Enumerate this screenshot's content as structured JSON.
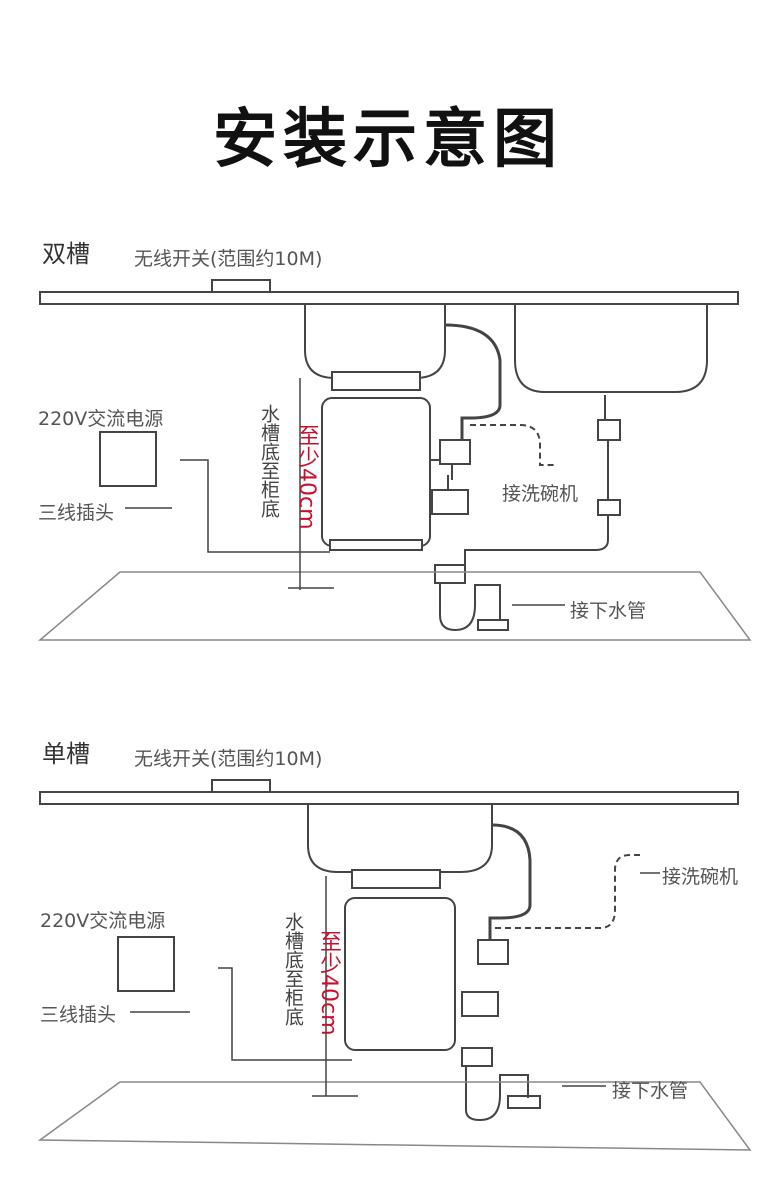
{
  "title": "安装示意图",
  "sections": [
    {
      "name": "双槽",
      "switch_label": "无线开关(范围约10M)",
      "power_label": "220V交流电源",
      "plug_label": "三线插头",
      "height_label": "水槽底至柜底",
      "height_value": "至少40cm",
      "dishwasher_label": "接洗碗机",
      "drain_label": "接下水管"
    },
    {
      "name": "单槽",
      "switch_label": "无线开关(范围约10M)",
      "power_label": "220V交流电源",
      "plug_label": "三线插头",
      "height_label": "水槽底至柜底",
      "height_value": "至少40cm",
      "dishwasher_label": "接洗碗机",
      "drain_label": "接下水管"
    }
  ],
  "colors": {
    "accent_red": "#c8102e",
    "line": "#444444"
  }
}
